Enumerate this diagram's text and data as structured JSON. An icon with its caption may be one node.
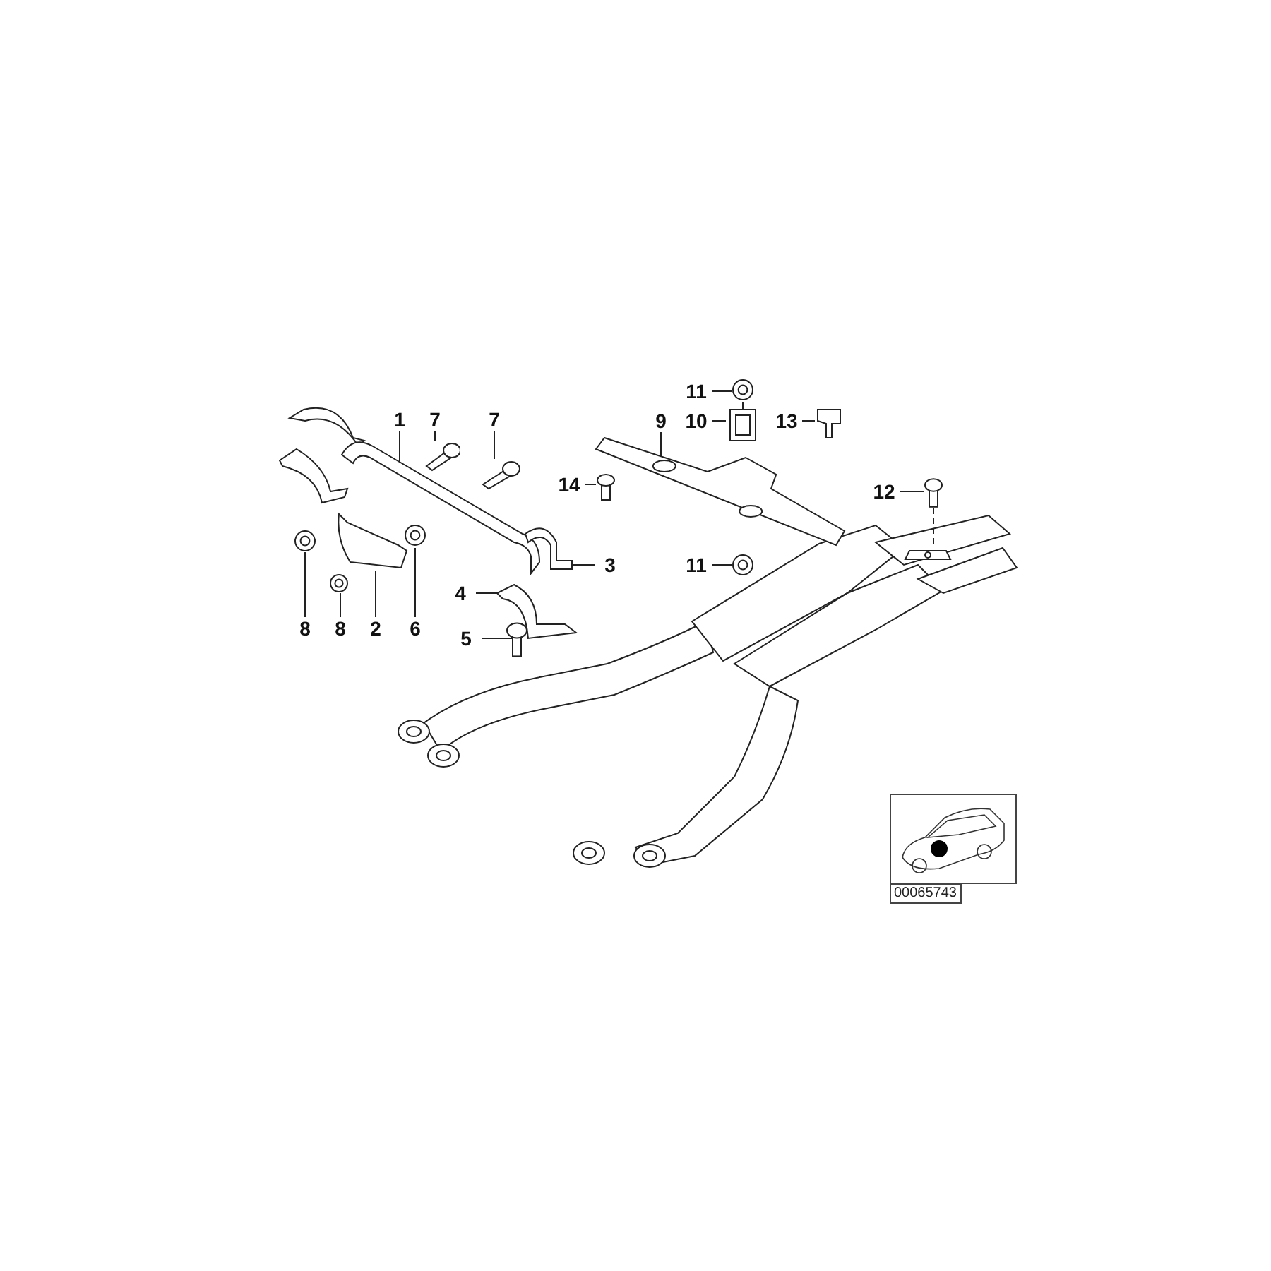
{
  "diagram": {
    "nodes": [
      {
        "text": [
          "11"
        ]
      },
      {
        "text": [],
        "shape": "picture"
      },
      {
        "text": [
          "1"
        ]
      },
      {
        "text": [],
        "shape": "picture"
      },
      {
        "text": [
          "7"
        ]
      },
      {
        "text": [],
        "shape": "picture"
      },
      {
        "text": [
          "7"
        ]
      },
      {
        "text": [],
        "shape": "picture"
      },
      {
        "text": [
          "10"
        ]
      },
      {
        "text": [],
        "shape": "picture"
      },
      {
        "text": [
          "9"
        ]
      },
      {
        "text": [],
        "shape": "picture"
      },
      {
        "text": [
          "13"
        ]
      },
      {
        "text": [],
        "shape": "picture"
      },
      {
        "text": [
          "14"
        ]
      },
      {
        "text": [],
        "shape": "picture"
      },
      {
        "text": [
          "12"
        ]
      },
      {
        "text": [],
        "shape": "picture"
      },
      {
        "text": [
          "11"
        ]
      },
      {
        "text": [],
        "shape": "picture"
      },
      {
        "text": [
          "3"
        ]
      },
      {
        "text": [],
        "shape": "picture"
      },
      {
        "text": [
          "4"
        ]
      },
      {
        "text": [],
        "shape": "picture"
      },
      {
        "text": [
          "8"
        ]
      },
      {
        "text": [],
        "shape": "picture"
      },
      {
        "text": [
          "8"
        ]
      },
      {
        "text": [],
        "shape": "picture"
      },
      {
        "text": [
          "2"
        ]
      },
      {
        "text": [],
        "shape": "picture"
      },
      {
        "text": [
          "6"
        ]
      },
      {
        "text": [],
        "shape": "picture"
      },
      {
        "text": [
          "5"
        ]
      },
      {
        "text": [],
        "shape": "picture"
      },
      {
        "text": [],
        "shape": "picture"
      }
    ],
    "edges": [
      {
        "from": 0,
        "to": 1,
        "arrow": "none"
      },
      {
        "from": 2,
        "to": 3,
        "arrow": "none"
      },
      {
        "from": 4,
        "to": 5,
        "arrow": "none"
      },
      {
        "from": 6,
        "to": 7,
        "arrow": "none"
      },
      {
        "from": 8,
        "to": 9,
        "arrow": "none"
      },
      {
        "from": 10,
        "to": 11,
        "arrow": "none"
      },
      {
        "from": 12,
        "to": 13,
        "arrow": "none"
      },
      {
        "from": 14,
        "to": 15,
        "arrow": "none"
      },
      {
        "from": 16,
        "to": 17,
        "arrow": "none"
      },
      {
        "from": 18,
        "to": 19,
        "arrow": "none"
      },
      {
        "from": 20,
        "to": 21,
        "arrow": "none"
      },
      {
        "from": 22,
        "to": 23,
        "arrow": "none"
      },
      {
        "from": 24,
        "to": 25,
        "arrow": "none"
      },
      {
        "from": 26,
        "to": 27,
        "arrow": "none"
      },
      {
        "from": 28,
        "to": 29,
        "arrow": "none"
      },
      {
        "from": 30,
        "to": 31,
        "arrow": "none"
      },
      {
        "from": 32,
        "to": 33,
        "arrow": "none"
      },
      {
        "from": 17,
        "to": 34,
        "arrow": "none",
        "style": "dashed"
      }
    ],
    "labels": [
      "00065743"
    ]
  }
}
